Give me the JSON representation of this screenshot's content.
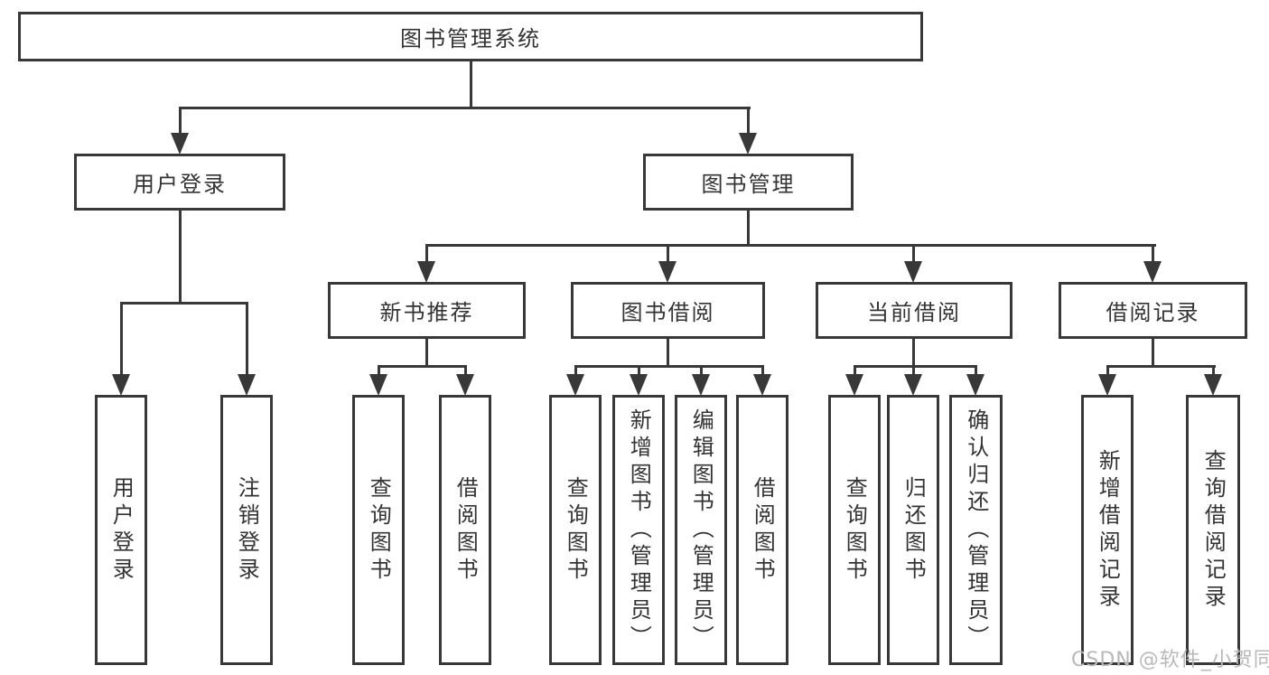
{
  "diagram": {
    "type": "hierarchy-tree",
    "colors": {
      "line": "#383838",
      "text": "#333333",
      "box_fill": "#ffffff",
      "background": "#ffffff",
      "watermark": "#b9b9b9"
    }
  },
  "tree": {
    "root": "图书管理系统",
    "children": [
      {
        "label": "用户登录",
        "children": [
          {
            "label": "用户登录"
          },
          {
            "label": "注销登录"
          }
        ]
      },
      {
        "label": "图书管理",
        "children": [
          {
            "label": "新书推荐",
            "children": [
              {
                "label": "查询图书"
              },
              {
                "label": "借阅图书"
              }
            ]
          },
          {
            "label": "图书借阅",
            "children": [
              {
                "label": "查询图书"
              },
              {
                "label": "新增图书（管理员）"
              },
              {
                "label": "编辑图书（管理员）"
              },
              {
                "label": "借阅图书"
              }
            ]
          },
          {
            "label": "当前借阅",
            "children": [
              {
                "label": "查询图书"
              },
              {
                "label": "归还图书"
              },
              {
                "label": "确认归还（管理员）"
              }
            ]
          },
          {
            "label": "借阅记录",
            "children": [
              {
                "label": "新增借阅记录"
              },
              {
                "label": "查询借阅记录"
              }
            ]
          }
        ]
      }
    ]
  },
  "watermark": {
    "text": "CSDN @软件_小贺同学"
  }
}
